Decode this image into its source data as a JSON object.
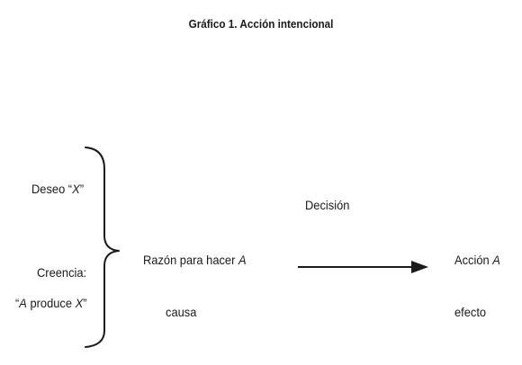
{
  "title": "Gráfico 1. Acción intencional",
  "desire": {
    "prefix": "Deseo “",
    "var": "X",
    "suffix": "”"
  },
  "belief": {
    "label": "Creencia:",
    "open": "“",
    "var_a": "A",
    "middle": " produce ",
    "var_x": "X",
    "close": "”"
  },
  "reason": {
    "text": "Razón para hacer ",
    "var": "A"
  },
  "cause_label": "causa",
  "decision_label": "Decisión",
  "action": {
    "text": "Acción ",
    "var": "A"
  },
  "effect_label": "efecto"
}
